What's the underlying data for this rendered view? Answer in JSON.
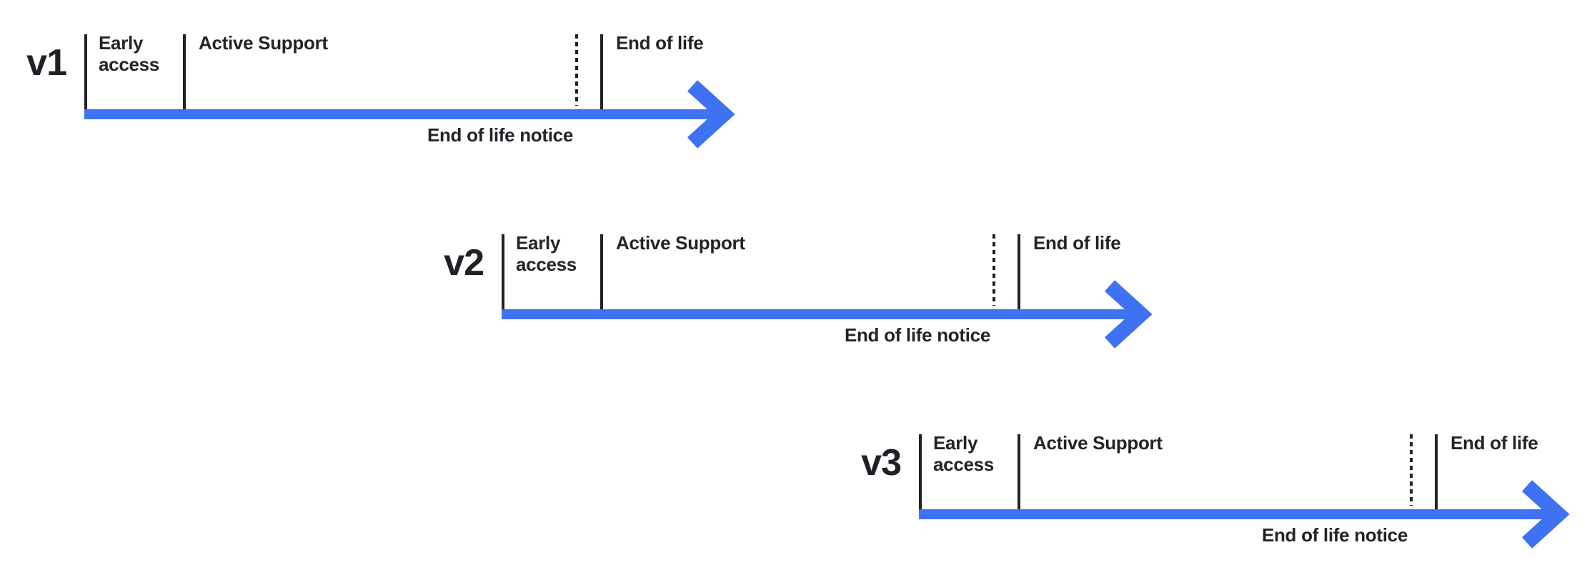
{
  "diagram": {
    "title_semantic": "version-support-lifecycle-timelines",
    "background": "#ffffff",
    "colors": {
      "arrow_blue": "#3e72f3",
      "ink": "#212428",
      "tick": "#1e2126"
    },
    "phase_names": [
      "Early access",
      "Active Support",
      "End of life notice",
      "End of life"
    ],
    "timelines": [
      {
        "version": "v1",
        "labels": {
          "early_access": "Early access",
          "active_support": "Active Support",
          "end_of_life": "End of life",
          "end_of_life_notice": "End of life notice"
        }
      },
      {
        "version": "v2",
        "labels": {
          "early_access": "Early access",
          "active_support": "Active Support",
          "end_of_life": "End of life",
          "end_of_life_notice": "End of life notice"
        }
      },
      {
        "version": "v3",
        "labels": {
          "early_access": "Early access",
          "active_support": "Active Support",
          "end_of_life": "End of life",
          "end_of_life_notice": "End of life notice"
        }
      }
    ]
  }
}
